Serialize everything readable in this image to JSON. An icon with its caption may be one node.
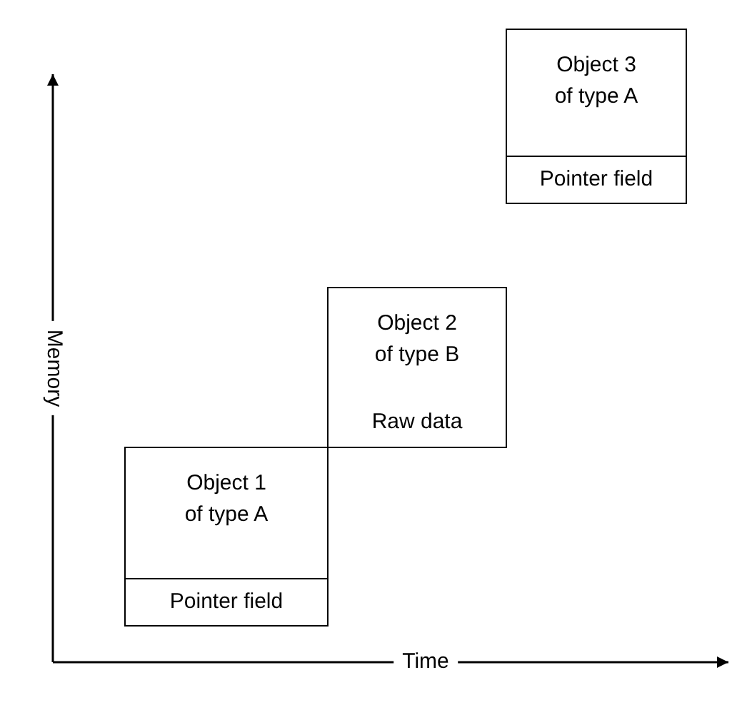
{
  "diagram": {
    "nodes": [
      {
        "text": [
          "Object 1 of type A"
        ]
      },
      {
        "text": [
          "Pointer field"
        ],
        "in": 0
      },
      {
        "text": [
          "Object 2 of type B",
          "Raw data"
        ]
      },
      {
        "text": [
          "Object 3 of type A"
        ]
      },
      {
        "text": [
          "Pointer field"
        ],
        "in": 3
      }
    ],
    "labels": [
      "Memory",
      "Time"
    ]
  }
}
